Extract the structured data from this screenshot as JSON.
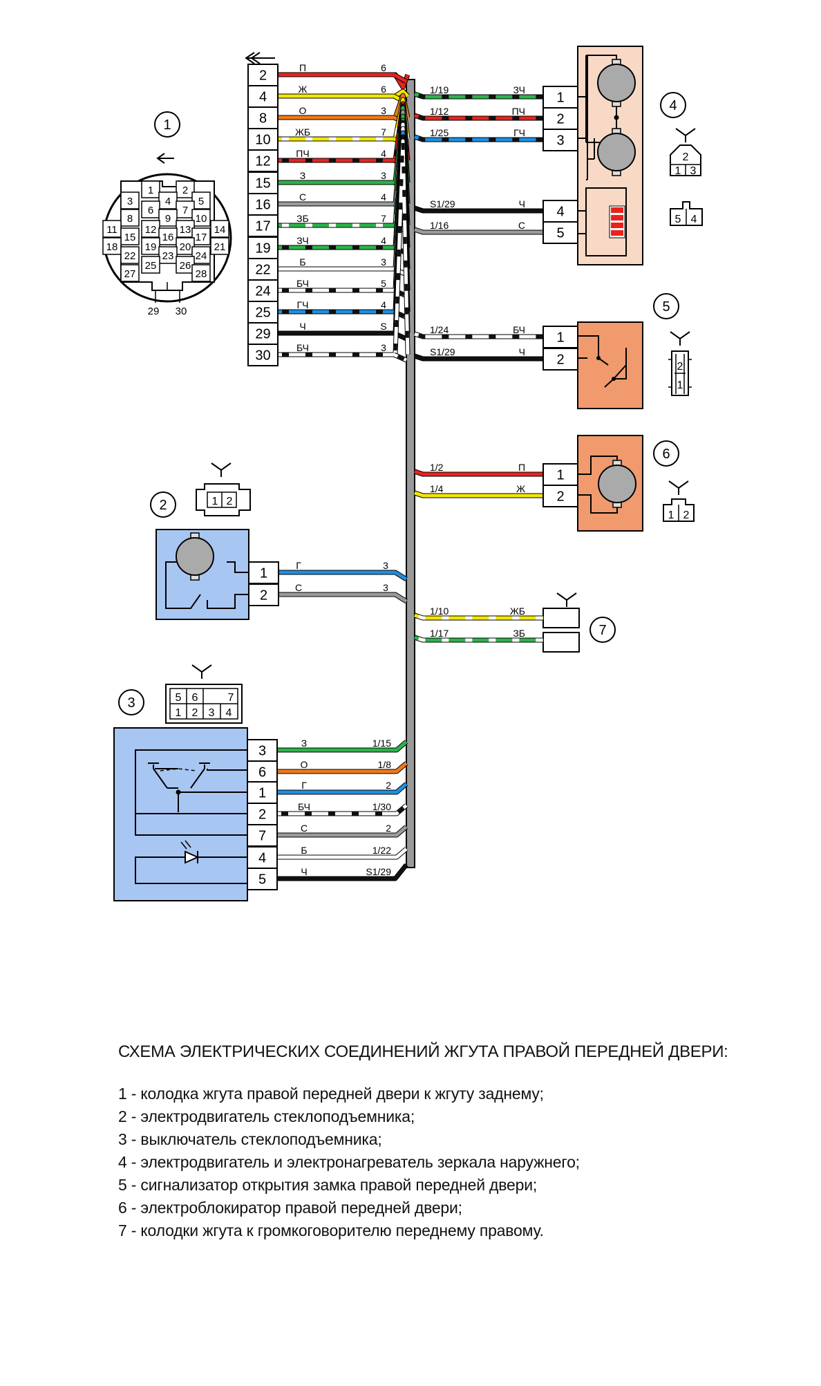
{
  "title": "СХЕМА ЭЛЕКТРИЧЕСКИХ СОЕДИНЕНИЙ ЖГУТА ПРАВОЙ ПЕРЕДНЕЙ ДВЕРИ:",
  "legend": [
    "1 - колодка жгута правой передней двери к жгуту заднему;",
    "2 - электродвигатель стеклоподъемника;",
    "3 - выключатель стеклоподъемника;",
    "4 - электродвигатель и электронагреватель зеркала наружнего;",
    "5 - сигнализатор открытия замка правой передней двери;",
    "6 - электроблокиратор правой передней двери;",
    "7 - колодки жгута к громкоговорителю переднему правому."
  ],
  "callouts": [
    "1",
    "2",
    "3",
    "4",
    "5",
    "6",
    "7"
  ],
  "colors": {
    "red": "#e8231e",
    "yellow": "#f2e600",
    "orange": "#f07a1a",
    "green": "#2db34a",
    "blue": "#1e8fe0",
    "gray": "#9a9a9a",
    "black": "#111111",
    "white": "#ffffff",
    "pink_fill": "#f8d9c6",
    "salmon_fill": "#f09a6e",
    "blue_fill": "#a8c6f2"
  },
  "connector1": {
    "face_pins": [
      "1",
      "2",
      "3",
      "4",
      "5",
      "6",
      "7",
      "8",
      "9",
      "10",
      "11",
      "12",
      "13",
      "14",
      "15",
      "16",
      "17",
      "18",
      "19",
      "20",
      "21",
      "22",
      "23",
      "24",
      "25",
      "26",
      "27",
      "28"
    ],
    "bottom_labels": [
      "29",
      "30"
    ]
  },
  "main_wires": [
    {
      "pin": "2",
      "mark": "П",
      "end": "6",
      "color": "red"
    },
    {
      "pin": "4",
      "mark": "Ж",
      "end": "6",
      "color": "yellow"
    },
    {
      "pin": "8",
      "mark": "О",
      "end": "3",
      "color": "orange"
    },
    {
      "pin": "10",
      "mark": "ЖБ",
      "end": "7",
      "color": "yellow",
      "stripe": "white"
    },
    {
      "pin": "12",
      "mark": "ПЧ",
      "end": "4",
      "color": "red",
      "stripe": "black"
    },
    {
      "pin": "15",
      "mark": "З",
      "end": "3",
      "color": "green"
    },
    {
      "pin": "16",
      "mark": "С",
      "end": "4",
      "color": "gray"
    },
    {
      "pin": "17",
      "mark": "ЗБ",
      "end": "7",
      "color": "green",
      "stripe": "white"
    },
    {
      "pin": "19",
      "mark": "ЗЧ",
      "end": "4",
      "color": "green",
      "stripe": "black"
    },
    {
      "pin": "22",
      "mark": "Б",
      "end": "3",
      "color": "white"
    },
    {
      "pin": "24",
      "mark": "БЧ",
      "end": "5",
      "color": "white",
      "stripe": "black"
    },
    {
      "pin": "25",
      "mark": "ГЧ",
      "end": "4",
      "color": "blue",
      "stripe": "black"
    },
    {
      "pin": "29",
      "mark": "Ч",
      "end": "S",
      "color": "black"
    },
    {
      "pin": "30",
      "mark": "БЧ",
      "end": "3",
      "color": "white",
      "stripe": "black"
    }
  ],
  "right_wires": [
    {
      "from": "1/19",
      "mark": "ЗЧ",
      "pin": "1",
      "color": "green",
      "stripe": "black"
    },
    {
      "from": "1/12",
      "mark": "ПЧ",
      "pin": "2",
      "color": "red",
      "stripe": "black"
    },
    {
      "from": "1/25",
      "mark": "ГЧ",
      "pin": "3",
      "color": "blue",
      "stripe": "black"
    },
    {
      "from": "S1/29",
      "mark": "Ч",
      "pin": "4",
      "color": "black"
    },
    {
      "from": "1/16",
      "mark": "С",
      "pin": "5",
      "color": "gray"
    },
    {
      "from": "1/24",
      "mark": "БЧ",
      "pin": "1",
      "color": "white",
      "stripe": "black"
    },
    {
      "from": "S1/29",
      "mark": "Ч",
      "pin": "2",
      "color": "black"
    },
    {
      "from": "1/2",
      "mark": "П",
      "pin": "1",
      "color": "red"
    },
    {
      "from": "1/4",
      "mark": "Ж",
      "pin": "2",
      "color": "yellow"
    },
    {
      "from": "1/10",
      "mark": "ЖБ",
      "pin": "",
      "color": "yellow",
      "stripe": "white"
    },
    {
      "from": "1/17",
      "mark": "ЗБ",
      "pin": "",
      "color": "green",
      "stripe": "white"
    }
  ],
  "motor2_wires": [
    {
      "pin": "1",
      "mark": "Г",
      "end": "3",
      "color": "blue"
    },
    {
      "pin": "2",
      "mark": "С",
      "end": "3",
      "color": "gray"
    }
  ],
  "switch3_wires": [
    {
      "pin": "3",
      "mark": "З",
      "end": "1/15",
      "color": "green"
    },
    {
      "pin": "6",
      "mark": "О",
      "end": "1/8",
      "color": "orange"
    },
    {
      "pin": "1",
      "mark": "Г",
      "end": "2",
      "color": "blue"
    },
    {
      "pin": "2",
      "mark": "БЧ",
      "end": "1/30",
      "color": "white",
      "stripe": "black"
    },
    {
      "pin": "7",
      "mark": "С",
      "end": "2",
      "color": "gray"
    },
    {
      "pin": "4",
      "mark": "Б",
      "end": "1/22",
      "color": "white"
    },
    {
      "pin": "5",
      "mark": "Ч",
      "end": "S1/29",
      "color": "black"
    }
  ],
  "plug4": {
    "top": "2",
    "bottom": [
      "1",
      "3"
    ],
    "side": [
      "5",
      "4"
    ]
  },
  "plug5": [
    "2",
    "1"
  ],
  "plug6": [
    "1",
    "2"
  ],
  "plug2": [
    "1",
    "2"
  ],
  "plug3": {
    "top": [
      "5",
      "6",
      "",
      "7"
    ],
    "bottom": [
      "1",
      "2",
      "3",
      "4"
    ]
  }
}
